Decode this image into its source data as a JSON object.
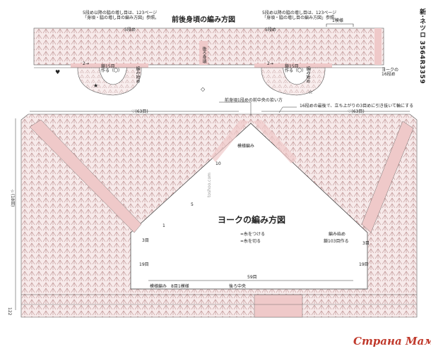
{
  "colors": {
    "chart_fill": "#f7eaea",
    "chart_stitch": "#b98a8a",
    "pink_band": "#efc9c9",
    "line": "#333333",
    "logo_red": "#c0392b"
  },
  "top_chart": {
    "title": "前後身頃の編み方図",
    "note_left": "5段め以降の脇の増し目は、123ページ\n「身頃・脇の増し目の編み方図」参照。",
    "note_right": "5段め以降の脇の増し目は、123ページ\n「身頃・脇の増し目の編み方図」参照。",
    "row5_left": "5段め",
    "row5_right": "5段め",
    "pattern_unit": "1模様",
    "back_neck": "後ろ身頃",
    "left_start": "編み始め",
    "right_start": "編み始め",
    "left_make": "鎖15目\n作る（〇）",
    "right_make": "鎖15目\n作る（〇）",
    "row_mark_left": "2→",
    "row_mark_right": "2→",
    "yoke_row_label": "ヨークの\n16段め",
    "symbol_heart": "♥",
    "symbol_star": "★",
    "symbol_diamond": "◇",
    "symbol_star_open": "☆"
  },
  "bottom_chart": {
    "title": "ヨークの編み方図",
    "pickup_note": "前身頃1段めの前中央の拾い方",
    "last_row_note": "16段めの最後で、立ち上がりの3目めに引き抜いて輪にする",
    "left_count": "♡(63目)",
    "right_count": "♡(63目)",
    "pattern_label": "模様編み",
    "row_10": "10",
    "row_5": "5",
    "row_1": "1",
    "left_side": "☆(18目)",
    "stitch_3_left": "3目",
    "stitch_3_right": "3目",
    "stitch_19_left": "19目",
    "stitch_19_right": "19目",
    "attach": "=糸をつける",
    "cut": "=糸を切る",
    "start_label": "編み始め",
    "start_chain": "鎖103目作る",
    "count_59": "59目",
    "bottom_pattern": "模様編み　8目1模様",
    "back_center": "後ろ中央",
    "page_no": "122"
  },
  "side_code": "新·ネツロ 3564R3359",
  "watermark": "toshoo.com",
  "logo": "Страна Мам"
}
